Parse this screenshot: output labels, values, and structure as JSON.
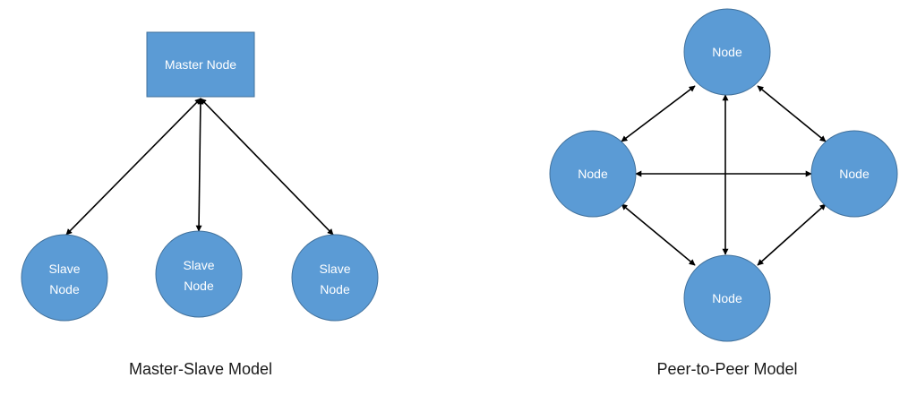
{
  "diagrams": {
    "master_slave": {
      "caption": "Master-Slave Model",
      "master_label": "Master Node",
      "slaves": [
        {
          "line1": "Slave",
          "line2": "Node"
        },
        {
          "line1": "Slave",
          "line2": "Node"
        },
        {
          "line1": "Slave",
          "line2": "Node"
        }
      ]
    },
    "peer_to_peer": {
      "caption": "Peer-to-Peer Model",
      "nodes": [
        {
          "label": "Node"
        },
        {
          "label": "Node"
        },
        {
          "label": "Node"
        },
        {
          "label": "Node"
        }
      ]
    }
  },
  "colors": {
    "node_fill": "#5B9BD5",
    "node_border": "#41719C",
    "edge": "#000000",
    "node_text": "#FFFFFF",
    "caption_text": "#1A1A1A"
  }
}
